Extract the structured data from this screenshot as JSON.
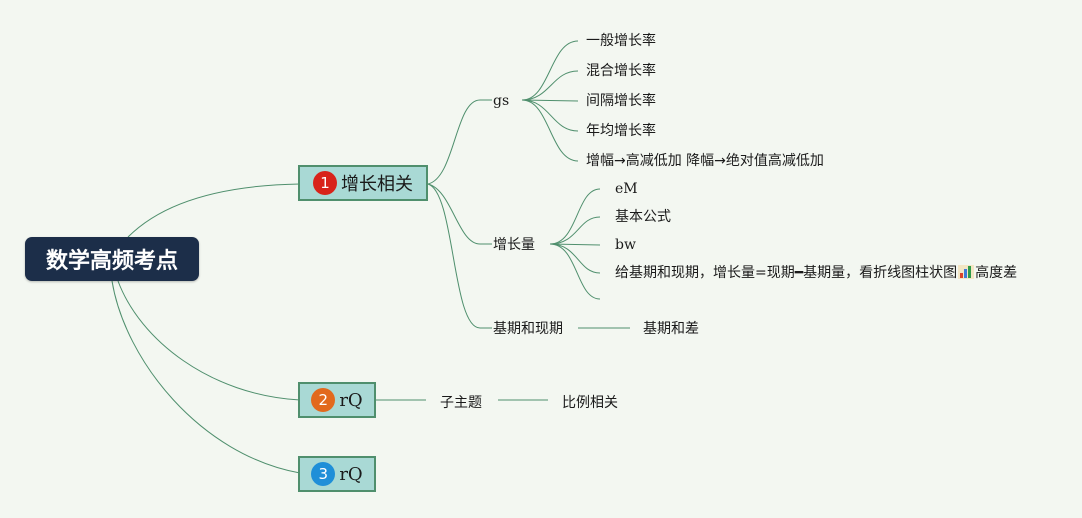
{
  "mindmap": {
    "root": {
      "title": "数学高频考点"
    },
    "topics": [
      {
        "badge": "1",
        "badge_color": "#d8231a",
        "title": "增长相关",
        "children": [
          {
            "title": "gs",
            "children": [
              "一般增长率",
              "混合增长率",
              "间隔增长率",
              "年均增长率",
              "增幅→高减低加 降幅→绝对值高减低加"
            ]
          },
          {
            "title": "增长量",
            "children": [
              "eM",
              "基本公式",
              "bw",
              "给基期和现期，增长量=现期━基期量，看折线图柱状图",
              "高度差"
            ]
          },
          {
            "title": "基期和现期",
            "children": [
              "基期和差"
            ]
          }
        ]
      },
      {
        "badge": "2",
        "badge_color": "#e2691d",
        "title": "rQ",
        "children": [
          {
            "title": "子主题",
            "children": [
              "比例相关"
            ]
          }
        ]
      },
      {
        "badge": "3",
        "badge_color": "#1f8fd8",
        "title": "rQ"
      }
    ],
    "colors": {
      "background": "#f3f7f1",
      "root_fill": "#1c2e49",
      "topic_fill": "#a9d9d5",
      "topic_border": "#4f8f6d",
      "connector": "#4f8f6d"
    },
    "icons": {
      "chart_icon": "bar-chart-icon"
    }
  }
}
